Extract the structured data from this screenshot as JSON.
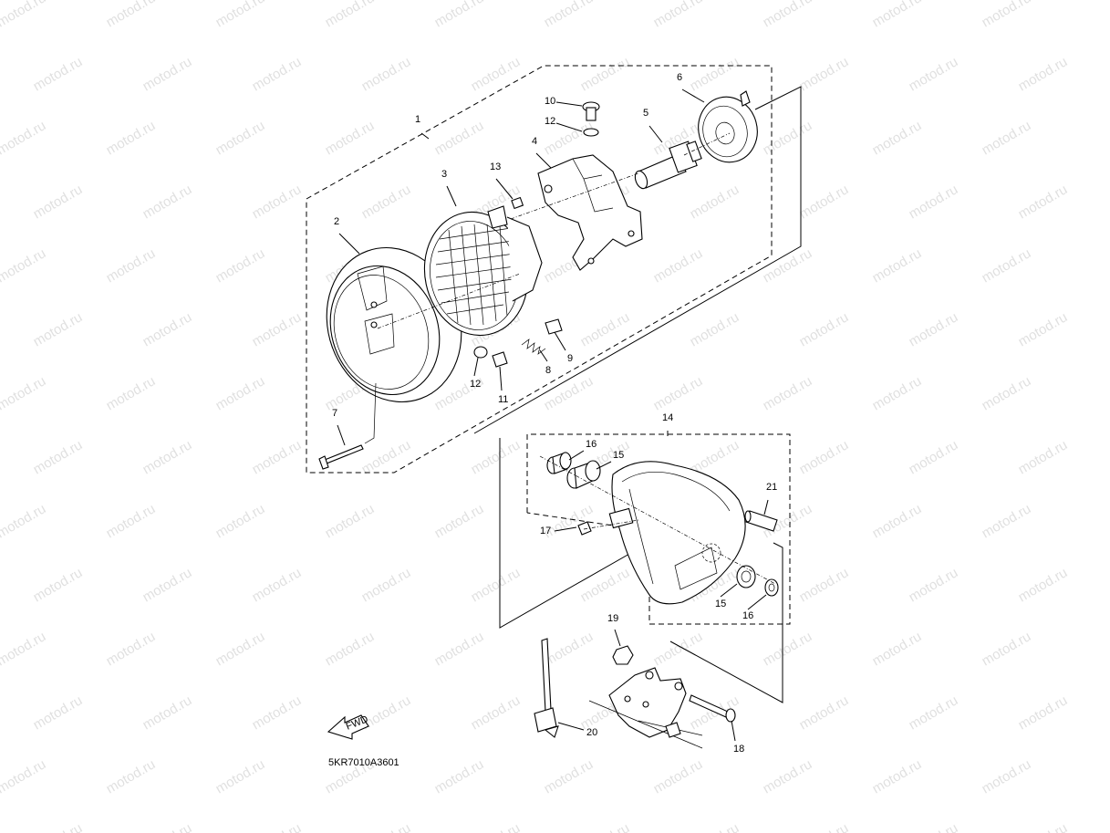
{
  "diagram": {
    "code": "5KR7010A3601",
    "watermark": "motod.ru",
    "fwd_label": "FWD",
    "callouts": [
      "1",
      "2",
      "3",
      "4",
      "5",
      "6",
      "7",
      "8",
      "9",
      "10",
      "11",
      "12",
      "12",
      "13",
      "14",
      "15",
      "15",
      "16",
      "16",
      "17",
      "18",
      "19",
      "20",
      "21"
    ]
  }
}
